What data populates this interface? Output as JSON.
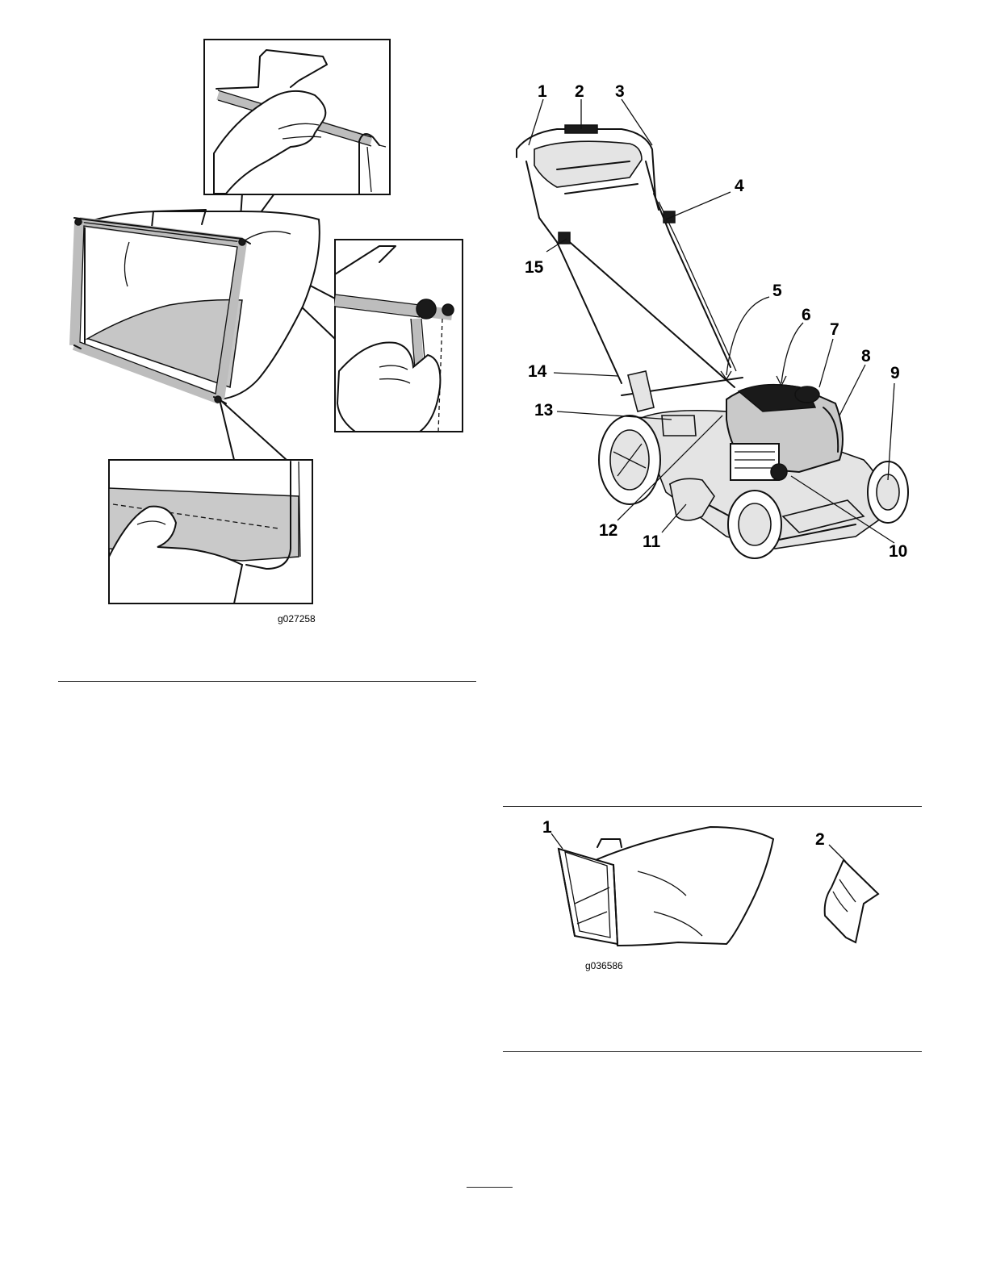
{
  "figures": {
    "grass_bag_assembly": {
      "code": "g027258"
    },
    "mower_overview": {
      "callouts": [
        "1",
        "2",
        "3",
        "4",
        "5",
        "6",
        "7",
        "8",
        "9",
        "10",
        "11",
        "12",
        "13",
        "14",
        "15"
      ]
    },
    "accessories": {
      "code": "g036586",
      "callouts": [
        "1",
        "2"
      ]
    }
  }
}
